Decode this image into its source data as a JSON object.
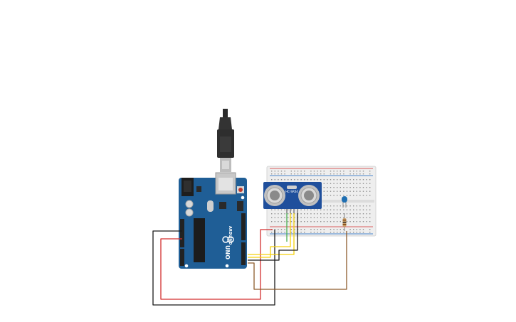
{
  "canvas": {
    "background": "#ffffff"
  },
  "components": {
    "arduino": {
      "logo_text": "UNO",
      "brand_text": "ARDUINO",
      "board_color": "#1f5e96",
      "silkscreen_color": "#ffffff"
    },
    "usb_cable": {
      "color": "#2b2b2b"
    },
    "ultrasonic_sensor": {
      "model_text": "HC-SR04",
      "board_color": "#1f4f9c"
    },
    "breadboard": {
      "color": "#eeeeee",
      "rail_red": "#d32f2f",
      "rail_blue": "#1565c0"
    },
    "led": {
      "color": "#1f6fb2"
    },
    "resistor": {
      "color": "#c9a06b"
    }
  },
  "wires": [
    {
      "name": "gnd-wire",
      "color": "#1a1a1a"
    },
    {
      "name": "power-wire",
      "color": "#d32f2f"
    },
    {
      "name": "trig-wire",
      "color": "#f5d10c"
    },
    {
      "name": "echo-wire",
      "color": "#4caf50"
    },
    {
      "name": "led-wire",
      "color": "#8d5a2b"
    }
  ]
}
